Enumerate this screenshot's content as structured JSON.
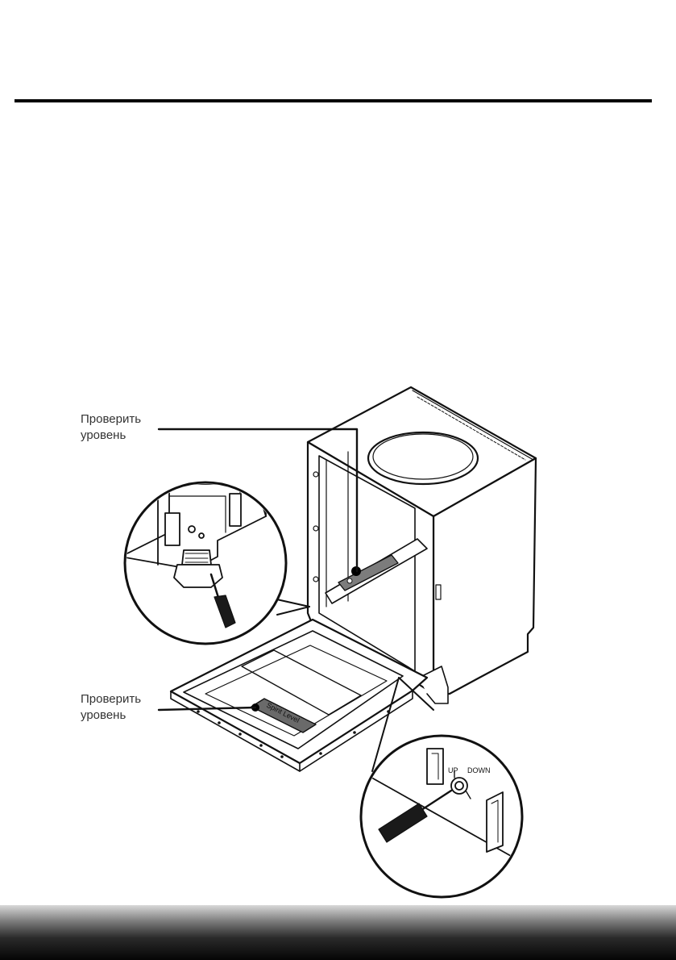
{
  "callouts": [
    {
      "line1": "Проверить",
      "line2": "уровень"
    },
    {
      "line1": "Проверить",
      "line2": "уровень"
    }
  ],
  "illustration": {
    "level_label": "Spirit Level",
    "adjust_up": "UP",
    "adjust_down": "DOWN"
  },
  "colors": {
    "ink": "#111111",
    "footer_dark": "#050505"
  }
}
